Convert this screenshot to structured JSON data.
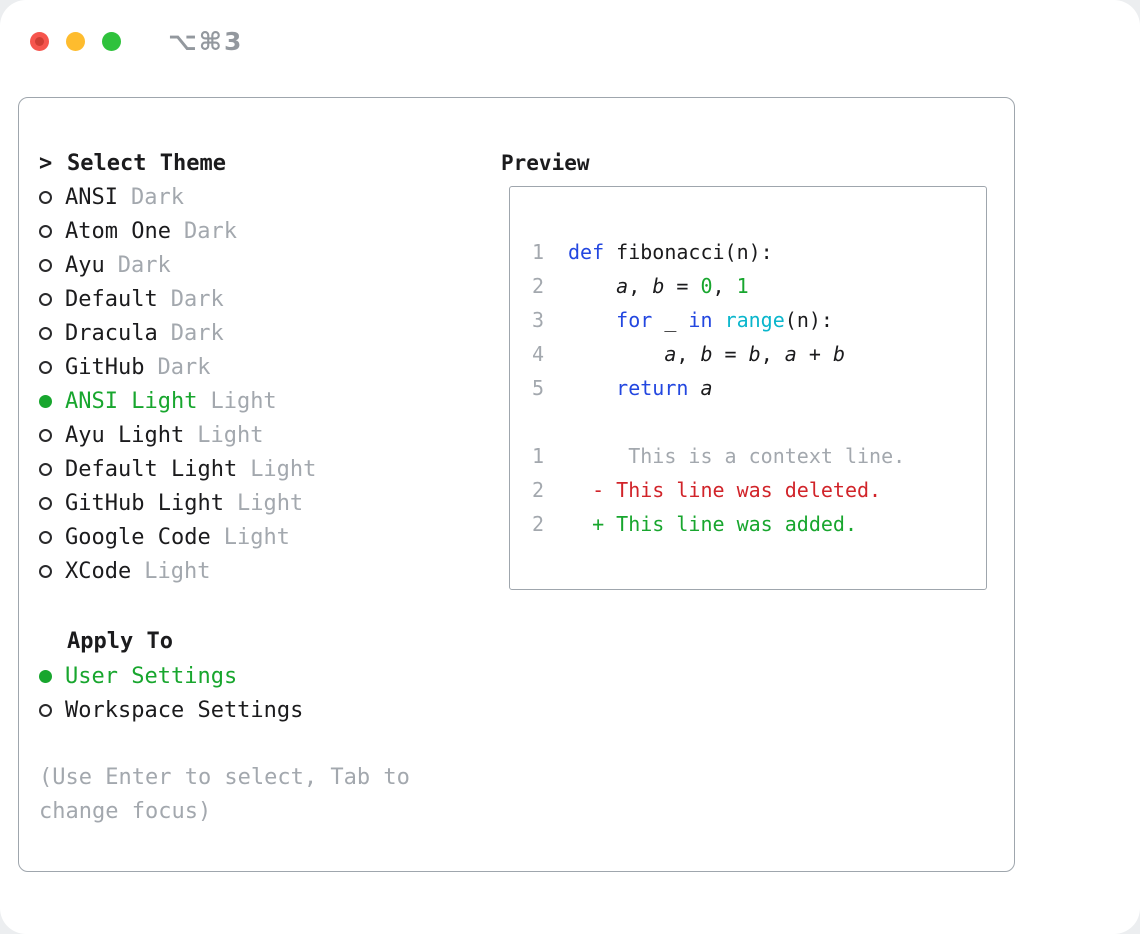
{
  "window": {
    "shortcut": "⌥⌘3",
    "controls": [
      "close",
      "minimize",
      "zoom"
    ]
  },
  "theme_selector": {
    "prompt": ">",
    "title": "Select Theme",
    "items": [
      {
        "name": "ANSI",
        "variant": "Dark",
        "selected": false
      },
      {
        "name": "Atom One",
        "variant": "Dark",
        "selected": false
      },
      {
        "name": "Ayu",
        "variant": "Dark",
        "selected": false
      },
      {
        "name": "Default",
        "variant": "Dark",
        "selected": false
      },
      {
        "name": "Dracula",
        "variant": "Dark",
        "selected": false
      },
      {
        "name": "GitHub",
        "variant": "Dark",
        "selected": false
      },
      {
        "name": "ANSI Light",
        "variant": "Light",
        "selected": true
      },
      {
        "name": "Ayu Light",
        "variant": "Light",
        "selected": false
      },
      {
        "name": "Default Light",
        "variant": "Light",
        "selected": false
      },
      {
        "name": "GitHub Light",
        "variant": "Light",
        "selected": false
      },
      {
        "name": "Google Code",
        "variant": "Light",
        "selected": false
      },
      {
        "name": "XCode",
        "variant": "Light",
        "selected": false
      }
    ],
    "apply_to": {
      "title": "Apply To",
      "options": [
        {
          "label": "User Settings",
          "selected": true
        },
        {
          "label": "Workspace Settings",
          "selected": false
        }
      ]
    },
    "hint": "(Use Enter to select, Tab to change focus)"
  },
  "preview": {
    "title": "Preview",
    "lines": [
      {
        "num": "1",
        "tokens": [
          {
            "t": "def",
            "c": "kw"
          },
          {
            "t": " fibonacci(n):",
            "c": "plain"
          }
        ]
      },
      {
        "num": "2",
        "tokens": [
          {
            "t": "    ",
            "c": "plain"
          },
          {
            "t": "a",
            "c": "var"
          },
          {
            "t": ", ",
            "c": "plain"
          },
          {
            "t": "b",
            "c": "var"
          },
          {
            "t": " = ",
            "c": "plain"
          },
          {
            "t": "0",
            "c": "num"
          },
          {
            "t": ", ",
            "c": "plain"
          },
          {
            "t": "1",
            "c": "num"
          }
        ]
      },
      {
        "num": "3",
        "tokens": [
          {
            "t": "    ",
            "c": "plain"
          },
          {
            "t": "for",
            "c": "kw"
          },
          {
            "t": " _ ",
            "c": "plain"
          },
          {
            "t": "in",
            "c": "kw"
          },
          {
            "t": " ",
            "c": "plain"
          },
          {
            "t": "range",
            "c": "cyan"
          },
          {
            "t": "(n):",
            "c": "plain"
          }
        ]
      },
      {
        "num": "4",
        "tokens": [
          {
            "t": "        ",
            "c": "plain"
          },
          {
            "t": "a",
            "c": "var"
          },
          {
            "t": ", ",
            "c": "plain"
          },
          {
            "t": "b",
            "c": "var"
          },
          {
            "t": " = ",
            "c": "plain"
          },
          {
            "t": "b",
            "c": "var"
          },
          {
            "t": ", ",
            "c": "plain"
          },
          {
            "t": "a",
            "c": "var"
          },
          {
            "t": " + ",
            "c": "plain"
          },
          {
            "t": "b",
            "c": "var"
          }
        ]
      },
      {
        "num": "5",
        "tokens": [
          {
            "t": "    ",
            "c": "plain"
          },
          {
            "t": "return",
            "c": "kw"
          },
          {
            "t": " ",
            "c": "plain"
          },
          {
            "t": "a",
            "c": "var"
          }
        ]
      },
      {
        "blank": true
      },
      {
        "num": "1",
        "tokens": [
          {
            "t": "     This is a context line.",
            "c": "gray"
          }
        ]
      },
      {
        "num": "2",
        "tokens": [
          {
            "t": "  - This line was deleted.",
            "c": "red"
          }
        ]
      },
      {
        "num": "2",
        "tokens": [
          {
            "t": "  + This line was added.",
            "c": "green"
          }
        ]
      }
    ]
  },
  "colors": {
    "accent_green": "#18a62e",
    "keyword_blue": "#2347e0",
    "builtin_cyan": "#0ab6cc",
    "deleted_red": "#d1242a",
    "muted_gray": "#a3a8ae",
    "text": "#1b1b1d"
  }
}
